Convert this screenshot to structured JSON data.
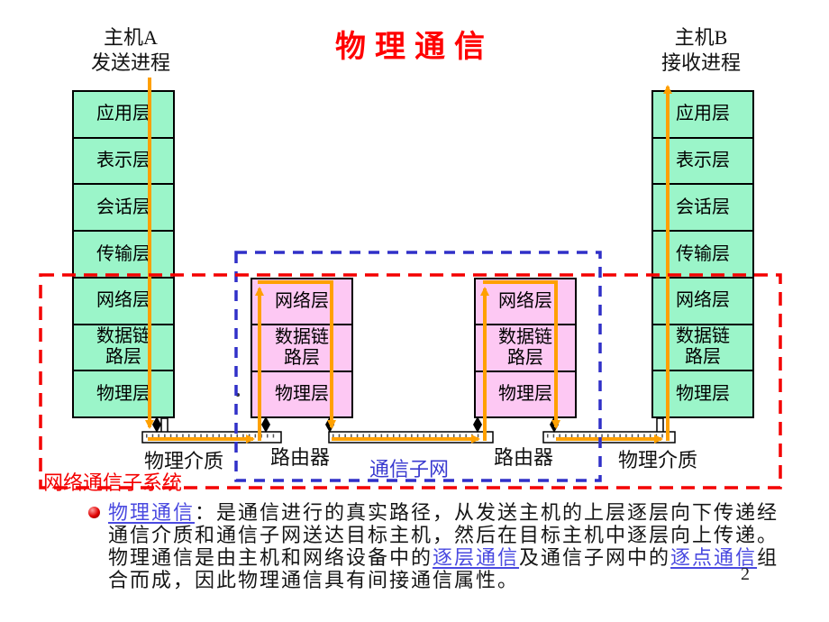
{
  "title": "物理通信",
  "page_number": "2",
  "hosts": {
    "a_line1": "主机A",
    "a_line2": "发送进程",
    "b_line1": "主机B",
    "b_line2": "接收进程"
  },
  "layers": {
    "host": [
      "应用层",
      "表示层",
      "会话层",
      "传输层",
      "网络层",
      "数据链\n路层",
      "物理层"
    ],
    "router": [
      "网络层",
      "数据链\n路层",
      "物理层"
    ]
  },
  "labels": {
    "medium_left": "物理介质",
    "medium_right": "物理介质",
    "router_left": "路由器",
    "router_right": "路由器",
    "subnet": "通信子网",
    "subsystem": "网络通信子系统"
  },
  "body": {
    "line1_link": "物理通信",
    "line1_rest": "：是通信进行的真实路径，从发送主机的上层逐层向下传递经",
    "line2": "通信介质和通信子网送达目标主机，然后在目标主机中逐层向上传递。",
    "line3_pre": "物理通信是由主机和网络设备中的",
    "line3_link1": "逐层通信",
    "line3_mid": "及通信子网中的",
    "line3_link2": "逐点通信",
    "line3_post": "组",
    "line4": "合而成，因此物理通信具有间接通信属性。"
  },
  "colors": {
    "host_layer_fill": "#9BF5C9",
    "router_layer_fill": "#FDC8F3",
    "path_orange": "#FFA000",
    "boundary_red": "#F40000",
    "boundary_blue": "#3030C8",
    "link_blue": "#4A4AE0",
    "title_red": "#FF0000"
  }
}
